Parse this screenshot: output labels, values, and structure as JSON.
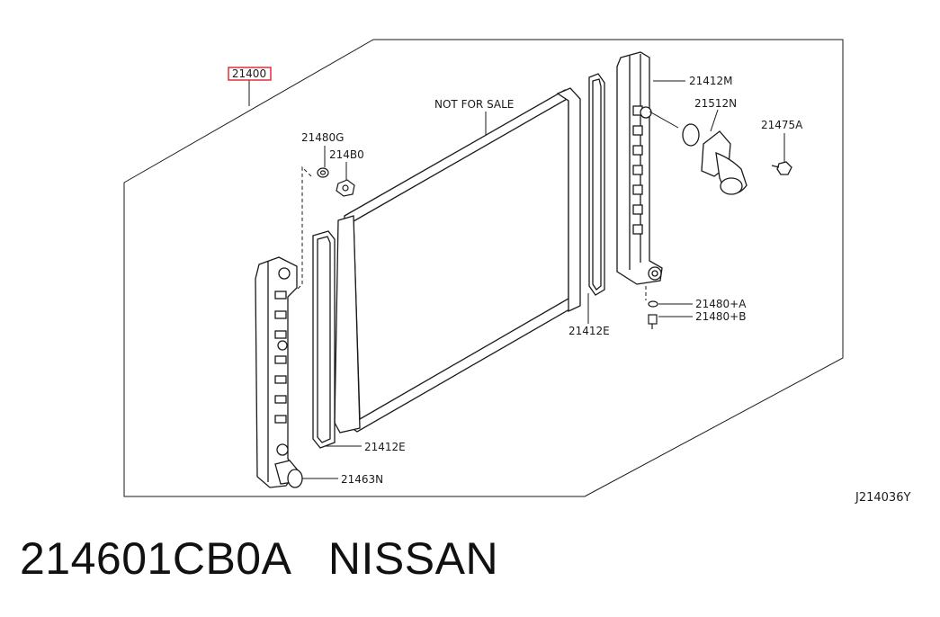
{
  "diagram": {
    "assembly_label": "21400",
    "watermark": "NOT FOR SALE",
    "ref_code": "J214036Y",
    "callouts": {
      "left_tank_bolt": "21480G",
      "left_tank_fitting": "214B0",
      "right_tank": "21412M",
      "outlet_gasket": "21512N",
      "outlet_bolt": "21475A",
      "drain_washer": "21480+A",
      "drain_plug": "21480+B",
      "right_seal": "21412E",
      "left_seal": "21412E",
      "filler_cap": "21463N"
    }
  },
  "footer": {
    "part_number": "214601CB0A",
    "brand": "NISSAN"
  },
  "colors": {
    "line": "#1a1a1a",
    "highlight": "#e0202a"
  }
}
